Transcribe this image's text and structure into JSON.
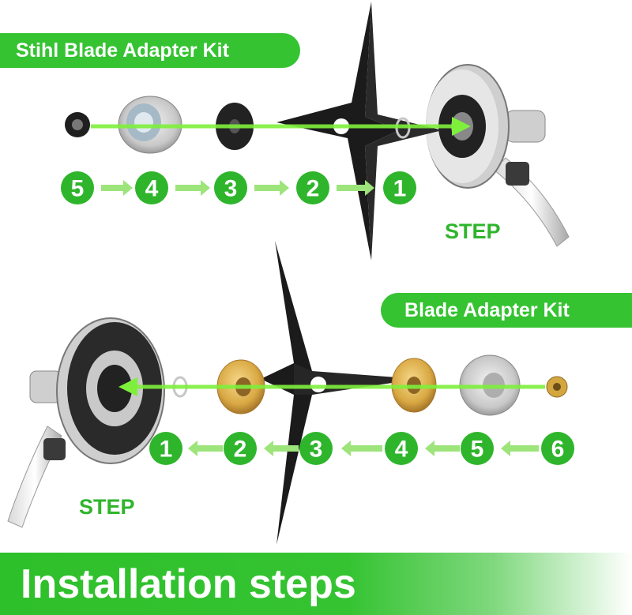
{
  "top_section": {
    "title": "Stihl Blade Adapter Kit",
    "step_label": "STEP",
    "sequence": [
      "5",
      "4",
      "3",
      "2",
      "1"
    ]
  },
  "bottom_section": {
    "title": "Blade Adapter Kit",
    "step_label": "STEP",
    "sequence": [
      "1",
      "2",
      "3",
      "4",
      "5",
      "6"
    ]
  },
  "footer": {
    "text": "Installation steps"
  },
  "colors": {
    "accent_green": "#35c332",
    "step_green": "#2fb52c",
    "arrow_green": "#7ef03c",
    "blade_black": "#1b1b1b"
  }
}
